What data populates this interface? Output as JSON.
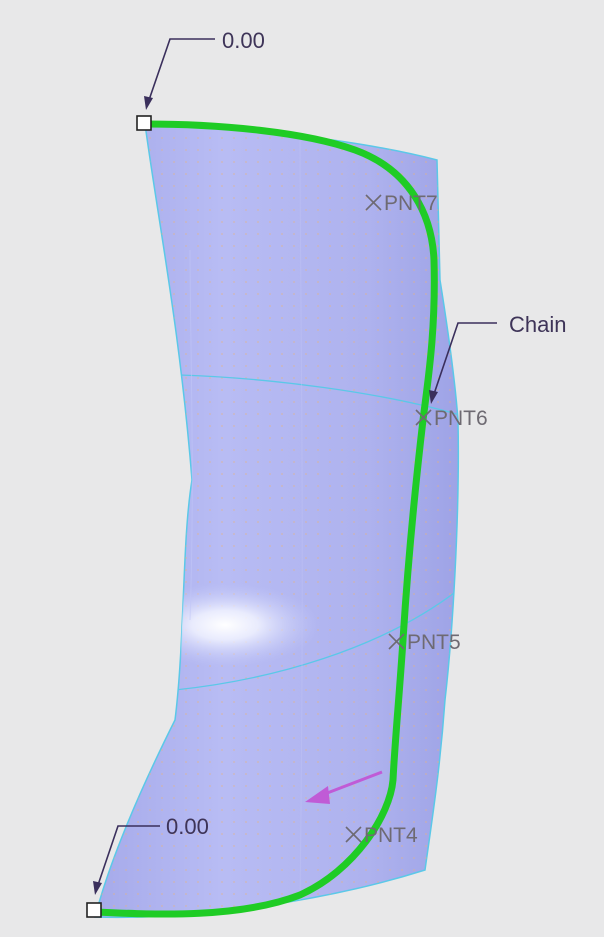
{
  "dimensions": {
    "top": "0.00",
    "bottom": "0.00"
  },
  "chain_label": "Chain",
  "points": {
    "pnt7": "PNT7",
    "pnt6": "PNT6",
    "pnt5": "PNT5",
    "pnt4": "PNT4"
  },
  "colors": {
    "background": "#e8e8e9",
    "surface": "#b4b8f0",
    "surface_edge": "#5bc8e8",
    "chain": "#1fcc25",
    "direction_arrow": "#c05bd6",
    "leader": "#3a2f5c"
  }
}
